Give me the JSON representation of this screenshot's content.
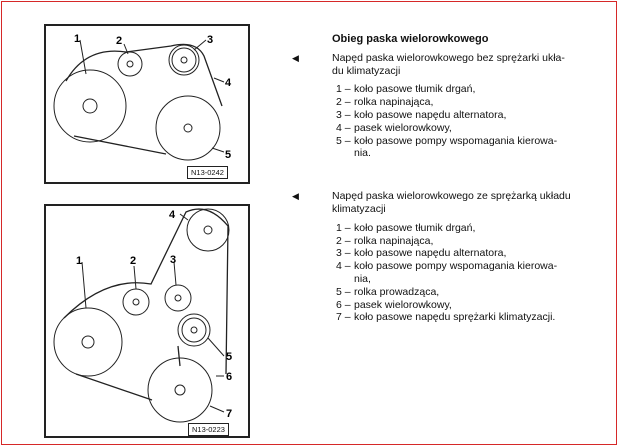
{
  "title": "Obieg paska wielorowkowego",
  "section1": {
    "heading": "Napęd paska wielorowkowego bez sprężarki ukła-du klimatyzacji",
    "heading_line1": "Napęd paska wielorowkowego bez sprężarki ukła-",
    "heading_line2": "du klimatyzacji",
    "items": [
      {
        "num": "1 –",
        "text": "koło pasowe tłumik drgań,"
      },
      {
        "num": "2 –",
        "text": "rolka napinająca,"
      },
      {
        "num": "3 –",
        "text": "koło pasowe napędu alternatora,"
      },
      {
        "num": "4 –",
        "text": "pasek wielorowkowy,"
      },
      {
        "num": "5 –",
        "text": "koło pasowe pompy wspomagania kierowa-"
      },
      {
        "num": "",
        "text": "nia."
      }
    ],
    "figure": {
      "code": "N13-0242",
      "callouts": [
        "1",
        "2",
        "3",
        "4",
        "5"
      ]
    }
  },
  "section2": {
    "heading_line1": "Napęd paska wielorowkowego ze sprężarką układu",
    "heading_line2": "klimatyzacji",
    "items": [
      {
        "num": "1 –",
        "text": "koło pasowe tłumik drgań,"
      },
      {
        "num": "2 –",
        "text": "rolka napinająca,"
      },
      {
        "num": "3 –",
        "text": "koło pasowe napędu alternatora,"
      },
      {
        "num": "4 –",
        "text": "koło pasowe pompy wspomagania kierowa-"
      },
      {
        "num": "",
        "text": "nia,"
      },
      {
        "num": "5 –",
        "text": "rolka prowadząca,"
      },
      {
        "num": "6 –",
        "text": "pasek wielorowkowy,"
      },
      {
        "num": "7 –",
        "text": "koło pasowe napędu sprężarki klimatyzacji."
      }
    ],
    "figure": {
      "code": "N13-0223",
      "callouts": [
        "1",
        "2",
        "3",
        "4",
        "5",
        "6",
        "7"
      ]
    }
  },
  "bullet_glyph": "◀",
  "colors": {
    "frame": "#d62828",
    "ink": "#222222"
  }
}
